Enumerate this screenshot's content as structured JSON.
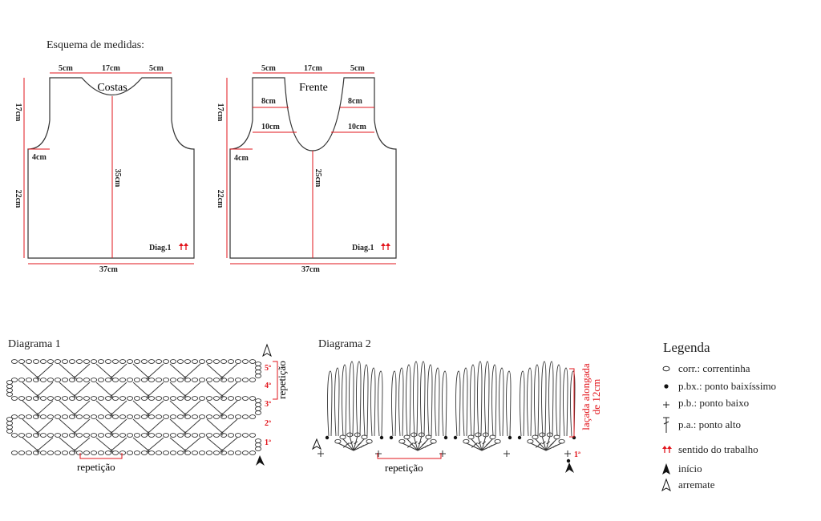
{
  "schema": {
    "title": "Esquema de medidas:",
    "back": {
      "label": "Costas",
      "dims": {
        "shoulder_left": "5cm",
        "neck": "17cm",
        "shoulder_right": "5cm",
        "armhole_height": "17cm",
        "side_height": "22cm",
        "underarm": "4cm",
        "center_length": "35cm",
        "width": "37cm"
      },
      "diag_label": "Diag.1"
    },
    "front": {
      "label": "Frente",
      "dims": {
        "shoulder_left": "5cm",
        "neck": "17cm",
        "shoulder_right": "5cm",
        "armhole_height": "17cm",
        "side_height": "22cm",
        "underarm": "4cm",
        "neck_upper_left": "8cm",
        "neck_upper_right": "8cm",
        "neck_lower_left": "10cm",
        "neck_lower_right": "10cm",
        "center_length": "25cm",
        "width": "37cm"
      },
      "diag_label": "Diag.1"
    }
  },
  "diagram1": {
    "title": "Diagrama 1",
    "rows": [
      "1ª",
      "2ª",
      "3ª",
      "4ª",
      "5ª"
    ],
    "repeat_side": "repetição",
    "repeat_bottom": "repetição"
  },
  "diagram2": {
    "title": "Diagrama 2",
    "row": "1ª",
    "repeat_bottom": "repetição",
    "side_note_1": "laçada alongada",
    "side_note_2": "de 12cm"
  },
  "legend": {
    "title": "Legenda",
    "items": [
      {
        "icon": "chain-icon",
        "text": "corr.: correntinha"
      },
      {
        "icon": "slip-stitch-icon",
        "text": "p.bx.: ponto baixíssimo"
      },
      {
        "icon": "single-crochet-icon",
        "text": "p.b.: ponto baixo"
      },
      {
        "icon": "double-crochet-icon",
        "text": "p.a.: ponto alto"
      },
      {
        "icon": "work-direction-icon",
        "text": "sentido do trabalho"
      },
      {
        "icon": "start-icon",
        "text": "início"
      },
      {
        "icon": "finish-icon",
        "text": "arremate"
      }
    ]
  },
  "colors": {
    "accent": "#e2141b",
    "line": "#333333"
  }
}
